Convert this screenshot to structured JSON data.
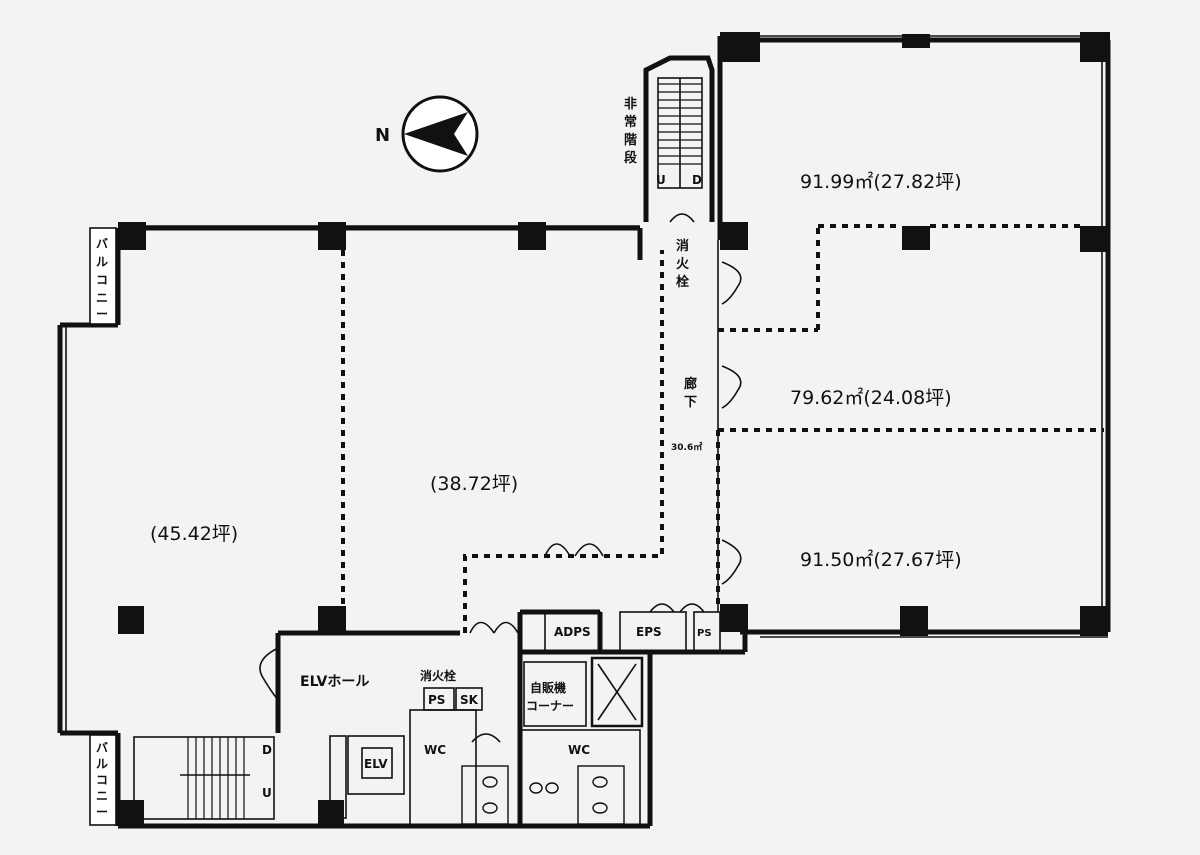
{
  "compass": {
    "label": "N"
  },
  "rooms": {
    "west_area": "(45.42坪)",
    "center_area": "(38.72坪)",
    "ne_area": "91.99㎡(27.82坪)",
    "e_mid_area": "79.62㎡(24.08坪)",
    "se_area": "91.50㎡(27.67坪)",
    "corridor_area": "30.6㎡"
  },
  "labels": {
    "emergency_stairs": [
      "非",
      "常",
      "階",
      "段"
    ],
    "hydrant_top": [
      "消",
      "火",
      "栓"
    ],
    "corridor": [
      "廊",
      "下"
    ],
    "balcony": [
      "バ",
      "ル",
      "コ",
      "ニ",
      "ー"
    ],
    "elv_hall": "ELVホール",
    "hydrant": "消火栓",
    "ps": "PS",
    "sk": "SK",
    "vending": [
      "自販機",
      "コーナー"
    ],
    "wc": "WC",
    "elv": "ELV",
    "adps": "ADPS",
    "eps": "EPS",
    "up": "U",
    "down": "D"
  }
}
